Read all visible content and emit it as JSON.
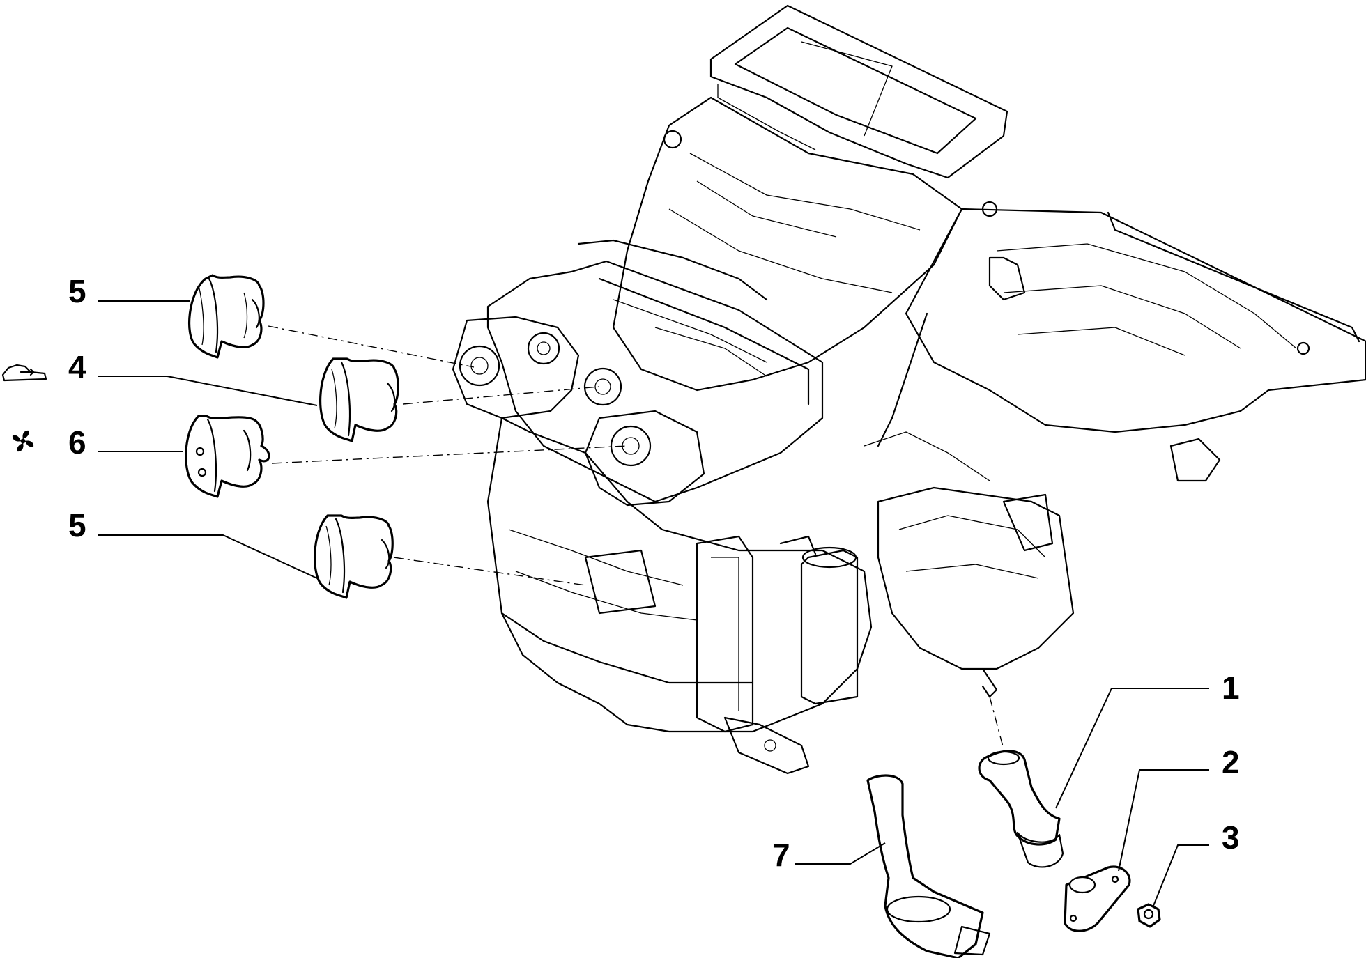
{
  "callouts": [
    {
      "id": "c1",
      "label": "1"
    },
    {
      "id": "c2",
      "label": "2"
    },
    {
      "id": "c3",
      "label": "3"
    },
    {
      "id": "c4",
      "label": "4"
    },
    {
      "id": "c5a",
      "label": "5"
    },
    {
      "id": "c5b",
      "label": "5"
    },
    {
      "id": "c6",
      "label": "6"
    },
    {
      "id": "c7",
      "label": "7"
    }
  ],
  "icons": {
    "air_distribution": "car-air-direction-icon",
    "fan": "fan-icon"
  },
  "colors": {
    "line": "#000000",
    "background": "#ffffff"
  }
}
